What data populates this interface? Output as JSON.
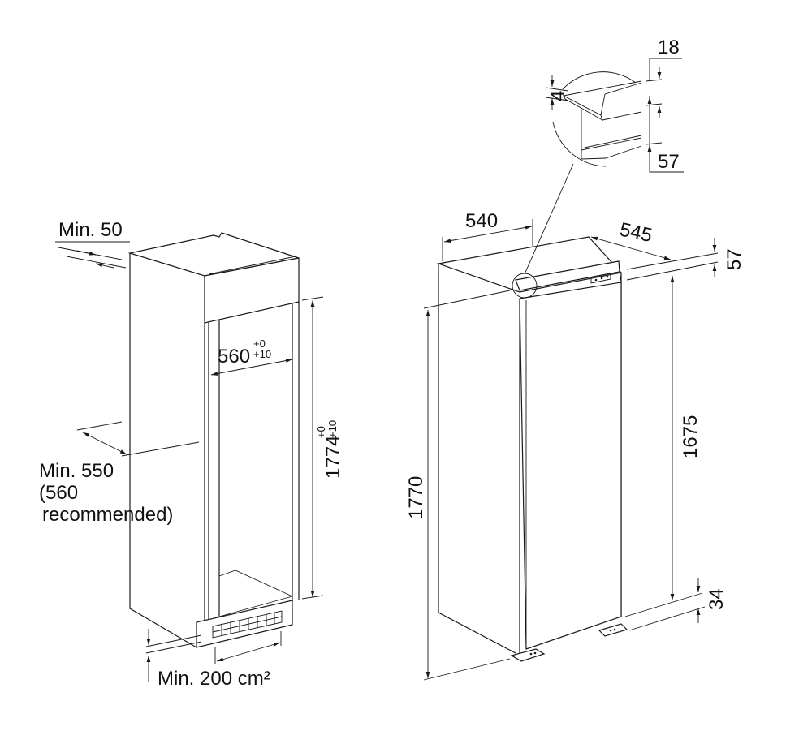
{
  "diagram": {
    "colors": {
      "line": "#1a1a1a",
      "background": "#ffffff"
    },
    "niche": {
      "min_side_gap": "Min. 50",
      "width": "560",
      "width_tol_upper": "+0",
      "width_tol_lower": "+10",
      "height": "1774",
      "height_tol_upper": "+0",
      "height_tol_lower": "+10",
      "depth_line1": "Min. 550",
      "depth_line2": "(560",
      "depth_line3": "recommended)",
      "vent_area": "Min. 200 cm²"
    },
    "appliance": {
      "width": "540",
      "depth": "545",
      "top_offset": "57",
      "door_height": "1675",
      "bottom_offset": "34",
      "total_height": "1770"
    },
    "detail": {
      "top_gap": "18",
      "rail_thickness": "4",
      "rail_spacing": "57"
    }
  }
}
